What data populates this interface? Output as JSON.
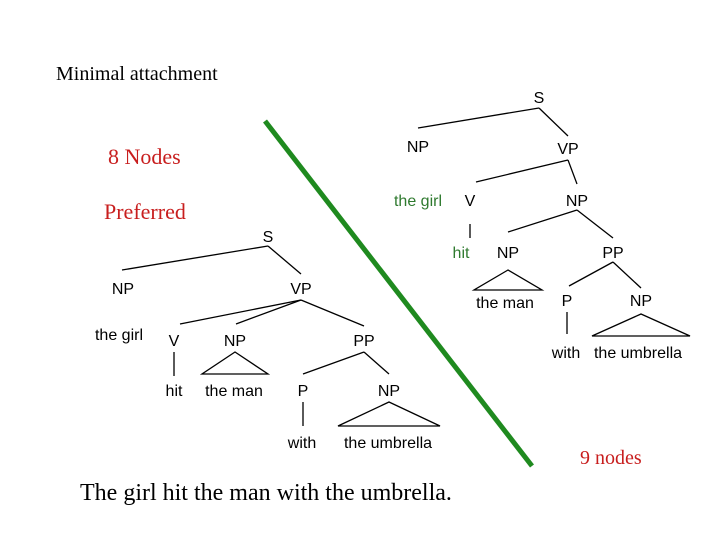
{
  "title": "Minimal attachment",
  "annotations": {
    "left_count": "8 Nodes",
    "preferred": "Preferred",
    "right_count": "9 nodes"
  },
  "caption": "The girl hit the man with the umbrella.",
  "colors": {
    "divider": "#1f8a1f",
    "annotation": "#c81e1e",
    "text": "#000000",
    "word_green": "#2f7a2f"
  },
  "tree_left": {
    "s": "S",
    "np": "NP",
    "vp": "VP",
    "np_words": "the girl",
    "v": "V",
    "v_word": "hit",
    "np2": "NP",
    "np2_words": "the man",
    "pp": "PP",
    "p": "P",
    "p_word": "with",
    "np3": "NP",
    "np3_words": "the umbrella"
  },
  "tree_right": {
    "s": "S",
    "np": "NP",
    "vp": "VP",
    "np_words": "the girl",
    "v": "V",
    "v_word": "hit",
    "np_obj": "NP",
    "np_inner": "NP",
    "np_inner_words": "the man",
    "pp": "PP",
    "p": "P",
    "p_word": "with",
    "np3": "NP",
    "np3_words": "the umbrella"
  }
}
